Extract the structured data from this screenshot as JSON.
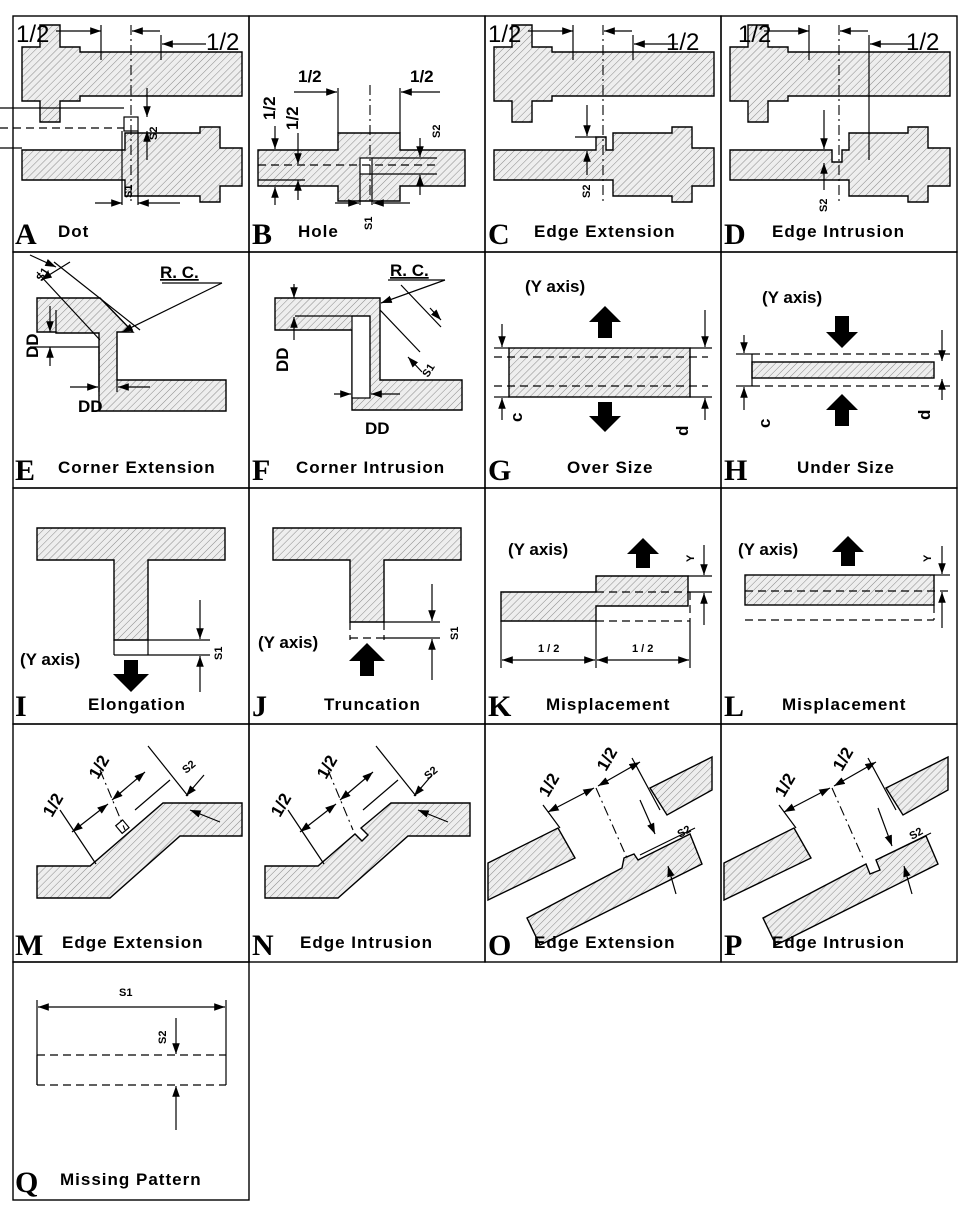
{
  "panels": {
    "A": {
      "letter": "A",
      "title": "Dot",
      "half_left": "1/2",
      "half_right": "1/2",
      "s1": "S1",
      "s2": "S2"
    },
    "B": {
      "letter": "B",
      "title": "Hole",
      "half_top_left": "1/2",
      "half_top_right": "1/2",
      "half_side_1": "1/2",
      "half_side_2": "1/2",
      "s1": "S1",
      "s2": "S2"
    },
    "C": {
      "letter": "C",
      "title": "Edge Extension",
      "half_left": "1/2",
      "half_right": "1/2",
      "s2": "S2"
    },
    "D": {
      "letter": "D",
      "title": "Edge Intrusion",
      "half_left": "1/2",
      "half_right": "1/2",
      "s2": "S2"
    },
    "E": {
      "letter": "E",
      "title": "Corner Extension",
      "s1": "S1",
      "rc": "R. C.",
      "dd_v": "DD",
      "dd_h": "DD"
    },
    "F": {
      "letter": "F",
      "title": "Corner Intrusion",
      "s1": "S1",
      "rc": "R. C.",
      "dd_v": "DD",
      "dd_h": "DD"
    },
    "G": {
      "letter": "G",
      "title": "Over Size",
      "axis": "(Y axis)",
      "c": "c",
      "d": "d"
    },
    "H": {
      "letter": "H",
      "title": "Under Size",
      "axis": "(Y axis)",
      "c": "c",
      "d": "d"
    },
    "I": {
      "letter": "I",
      "title": "Elongation",
      "axis": "(Y axis)",
      "s1": "S1"
    },
    "J": {
      "letter": "J",
      "title": "Truncation",
      "axis": "(Y axis)",
      "s1": "S1"
    },
    "K": {
      "letter": "K",
      "title": "Misplacement",
      "axis": "(Y axis)",
      "y": "Y",
      "half_left": "1 / 2",
      "half_right": "1 / 2"
    },
    "L": {
      "letter": "L",
      "title": "Misplacement",
      "axis": "(Y axis)",
      "y": "Y"
    },
    "M": {
      "letter": "M",
      "title": "Edge Extension",
      "half_a": "1/2",
      "half_b": "1/2",
      "s2": "S2"
    },
    "N": {
      "letter": "N",
      "title": "Edge Intrusion",
      "half_a": "1/2",
      "half_b": "1/2",
      "s2": "S2"
    },
    "O": {
      "letter": "O",
      "title": "Edge Extension",
      "half_a": "1/2",
      "half_b": "1/2",
      "s2": "S2"
    },
    "P": {
      "letter": "P",
      "title": "Edge Intrusion",
      "half_a": "1/2",
      "half_b": "1/2",
      "s2": "S2"
    },
    "Q": {
      "letter": "Q",
      "title": "Missing Pattern",
      "s1": "S1",
      "s2": "S2"
    }
  }
}
